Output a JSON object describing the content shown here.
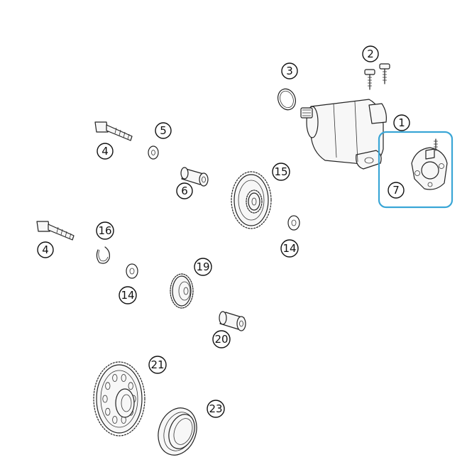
{
  "highlight_color": "#3aa6d6",
  "callouts": {
    "c1": "1",
    "c2": "2",
    "c3": "3",
    "c4a": "4",
    "c4b": "4",
    "c5": "5",
    "c6": "6",
    "c7": "7",
    "c14a": "14",
    "c14b": "14",
    "c15": "15",
    "c16": "16",
    "c19": "19",
    "c20": "20",
    "c21": "21",
    "c23": "23"
  },
  "highlighted_part": "7"
}
